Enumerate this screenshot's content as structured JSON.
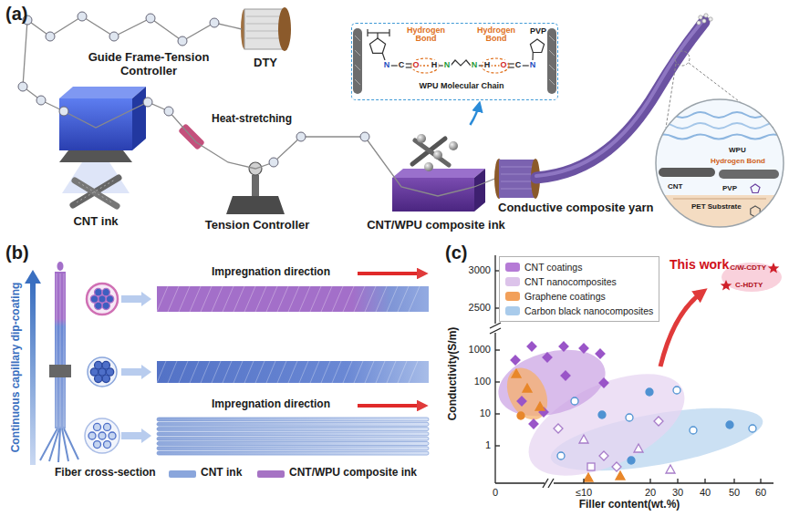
{
  "diagram": {
    "nodes": [
      {
        "text": [
          "Hydrogen Bond",
          "Hydrogen Bond",
          "PVP",
          "WPU Molecular Chain"
        ]
      },
      {
        "text": [
          "CNT/WPU composite ink"
        ]
      },
      {
        "text": [
          "WPU",
          "Hydrogen Bond",
          "CNT",
          "PVP",
          "PET Substrate"
        ]
      },
      {
        "text": [
          "This work",
          "C/W-CDTY",
          "C-HDTY"
        ]
      }
    ],
    "edges": [
      {
        "from": 1,
        "to": 0,
        "arrow": "to"
      }
    ],
    "labels": [
      "(a)",
      "Guide Frame-Tension Controller",
      "DTY",
      "Heat-stretching",
      "CNT ink",
      "Tension Controller",
      "Conductive composite yarn",
      "N",
      "C",
      "O",
      "H",
      "N",
      "N",
      "H",
      "O",
      "C",
      "N",
      "(b)",
      "Continuous capillary dip-coating",
      "Impregnation direction",
      "Impregnation direction",
      "Fiber cross-section",
      "(c)",
      "Conductivity(S/m)",
      "Filler content(wt.%)",
      "3000",
      "2500",
      "1000",
      "100",
      "10",
      "1",
      "0",
      "≤10",
      "20",
      "30",
      "40",
      "50",
      "60"
    ],
    "legend": [
      {
        "text": "CNT ink",
        "color": "#8aa6dc"
      },
      {
        "text": "CNT/WPU composite ink",
        "color": "#a673c4"
      },
      {
        "text": "CNT coatings",
        "color": "#b57bd6"
      },
      {
        "text": "CNT nanocomposites",
        "color": "#dcc3ea"
      },
      {
        "text": "Graphene coatings",
        "color": "#f2a05a"
      },
      {
        "text": "Carbon black nanocomposites",
        "color": "#a9cbeb"
      }
    ]
  }
}
